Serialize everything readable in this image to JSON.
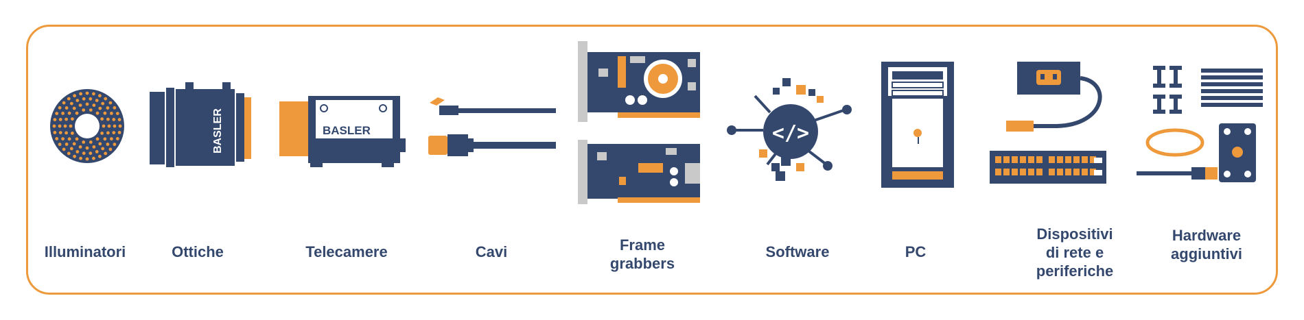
{
  "colors": {
    "navy": "#34486e",
    "orange": "#ee9a3c",
    "grey": "#c9c9c9",
    "white": "#ffffff"
  },
  "categories": [
    {
      "id": "illuminatori",
      "icon": "ring-light-icon",
      "lines": [
        "Illuminatori"
      ]
    },
    {
      "id": "ottiche",
      "icon": "lens-icon",
      "lines": [
        "Ottiche"
      ],
      "brand": "BASLER"
    },
    {
      "id": "telecamere",
      "icon": "camera-icon",
      "lines": [
        "Telecamere"
      ],
      "brand": "BASLER"
    },
    {
      "id": "cavi",
      "icon": "cable-icon",
      "lines": [
        "Cavi"
      ]
    },
    {
      "id": "frame-grabbers",
      "icon": "frame-grabber-card-icon",
      "lines": [
        "Frame",
        "grabbers"
      ]
    },
    {
      "id": "software",
      "icon": "code-icon",
      "lines": [
        "Software"
      ]
    },
    {
      "id": "pc",
      "icon": "pc-tower-icon",
      "lines": [
        "PC"
      ]
    },
    {
      "id": "dispositivi",
      "icon": "network-switch-icon",
      "lines": [
        "Dispositivi",
        "di rete e",
        "periferiche"
      ]
    },
    {
      "id": "hardware",
      "icon": "mounting-hardware-icon",
      "lines": [
        "Hardware",
        "aggiuntivi"
      ]
    }
  ]
}
